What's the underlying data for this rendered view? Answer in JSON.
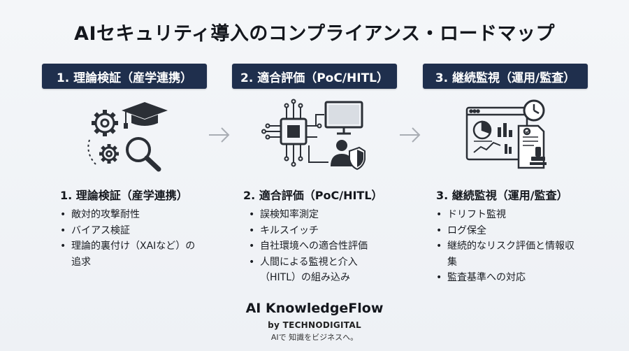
{
  "title": "AIセキュリティ導入のコンプライアンス・ロードマップ",
  "columns": [
    {
      "header": "1. 理論検証（産学連携）",
      "heading": "1. 理論検証（産学連携）",
      "icon": "gears-graduation-cap-magnifier-icon",
      "bullets": [
        "敵対的攻撃耐性",
        "バイアス検証",
        "理論的裏付け（XAIなど）の追求"
      ]
    },
    {
      "header": "2. 適合評価（PoC/HITL）",
      "heading": "2. 適合評価（PoC/HITL）",
      "icon": "chip-monitor-human-shield-icon",
      "bullets": [
        "誤検知率測定",
        "キルスイッチ",
        "自社環境への適合性評価",
        "人間による監視と介入（HITL）の組み込み"
      ]
    },
    {
      "header": "3. 継続監視（運用/監査）",
      "heading": "3. 継続監視（運用/監査）",
      "icon": "dashboard-clock-document-stamp-icon",
      "bullets": [
        "ドリフト監視",
        "ログ保全",
        "継続的なリスク評価と情報収集",
        "監査基準への対応"
      ]
    }
  ],
  "brand": {
    "name": "AI KnowledgeFlow",
    "by": "by TECHNODIGITAL",
    "tagline": "AIで 知識をビジネスへ。"
  },
  "colors": {
    "header_bg": "#1f2f4d",
    "icon_stroke": "#2b2f36",
    "arrow": "#a9adb4"
  }
}
